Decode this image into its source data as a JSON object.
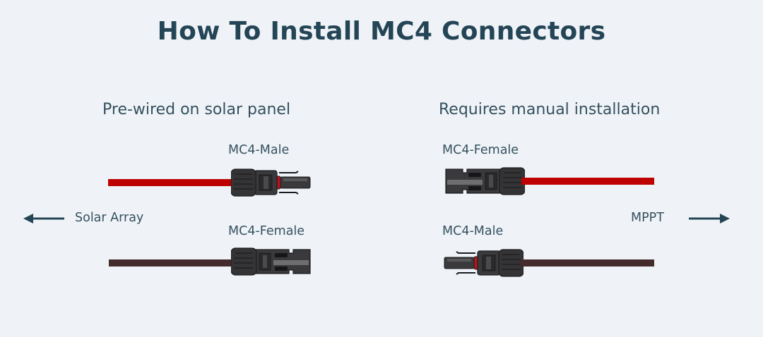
{
  "title": "How To Install MC4 Connectors",
  "left_section": {
    "subtitle": "Pre-wired on solar panel",
    "top_connector_label": "MC4-Male",
    "bottom_connector_label": "MC4-Female",
    "side_label": "Solar Array",
    "arrow_direction": "left"
  },
  "right_section": {
    "subtitle": "Requires manual installation",
    "top_connector_label": "MC4-Female",
    "bottom_connector_label": "MC4-Male",
    "side_label": "MPPT",
    "arrow_direction": "right"
  },
  "colors": {
    "background": "#eff3f8",
    "title": "#244555",
    "positive_wire": "#bd0000",
    "negative_wire": "#432c2b",
    "connector_body": "#2e2e30",
    "arrow": "#244555"
  }
}
